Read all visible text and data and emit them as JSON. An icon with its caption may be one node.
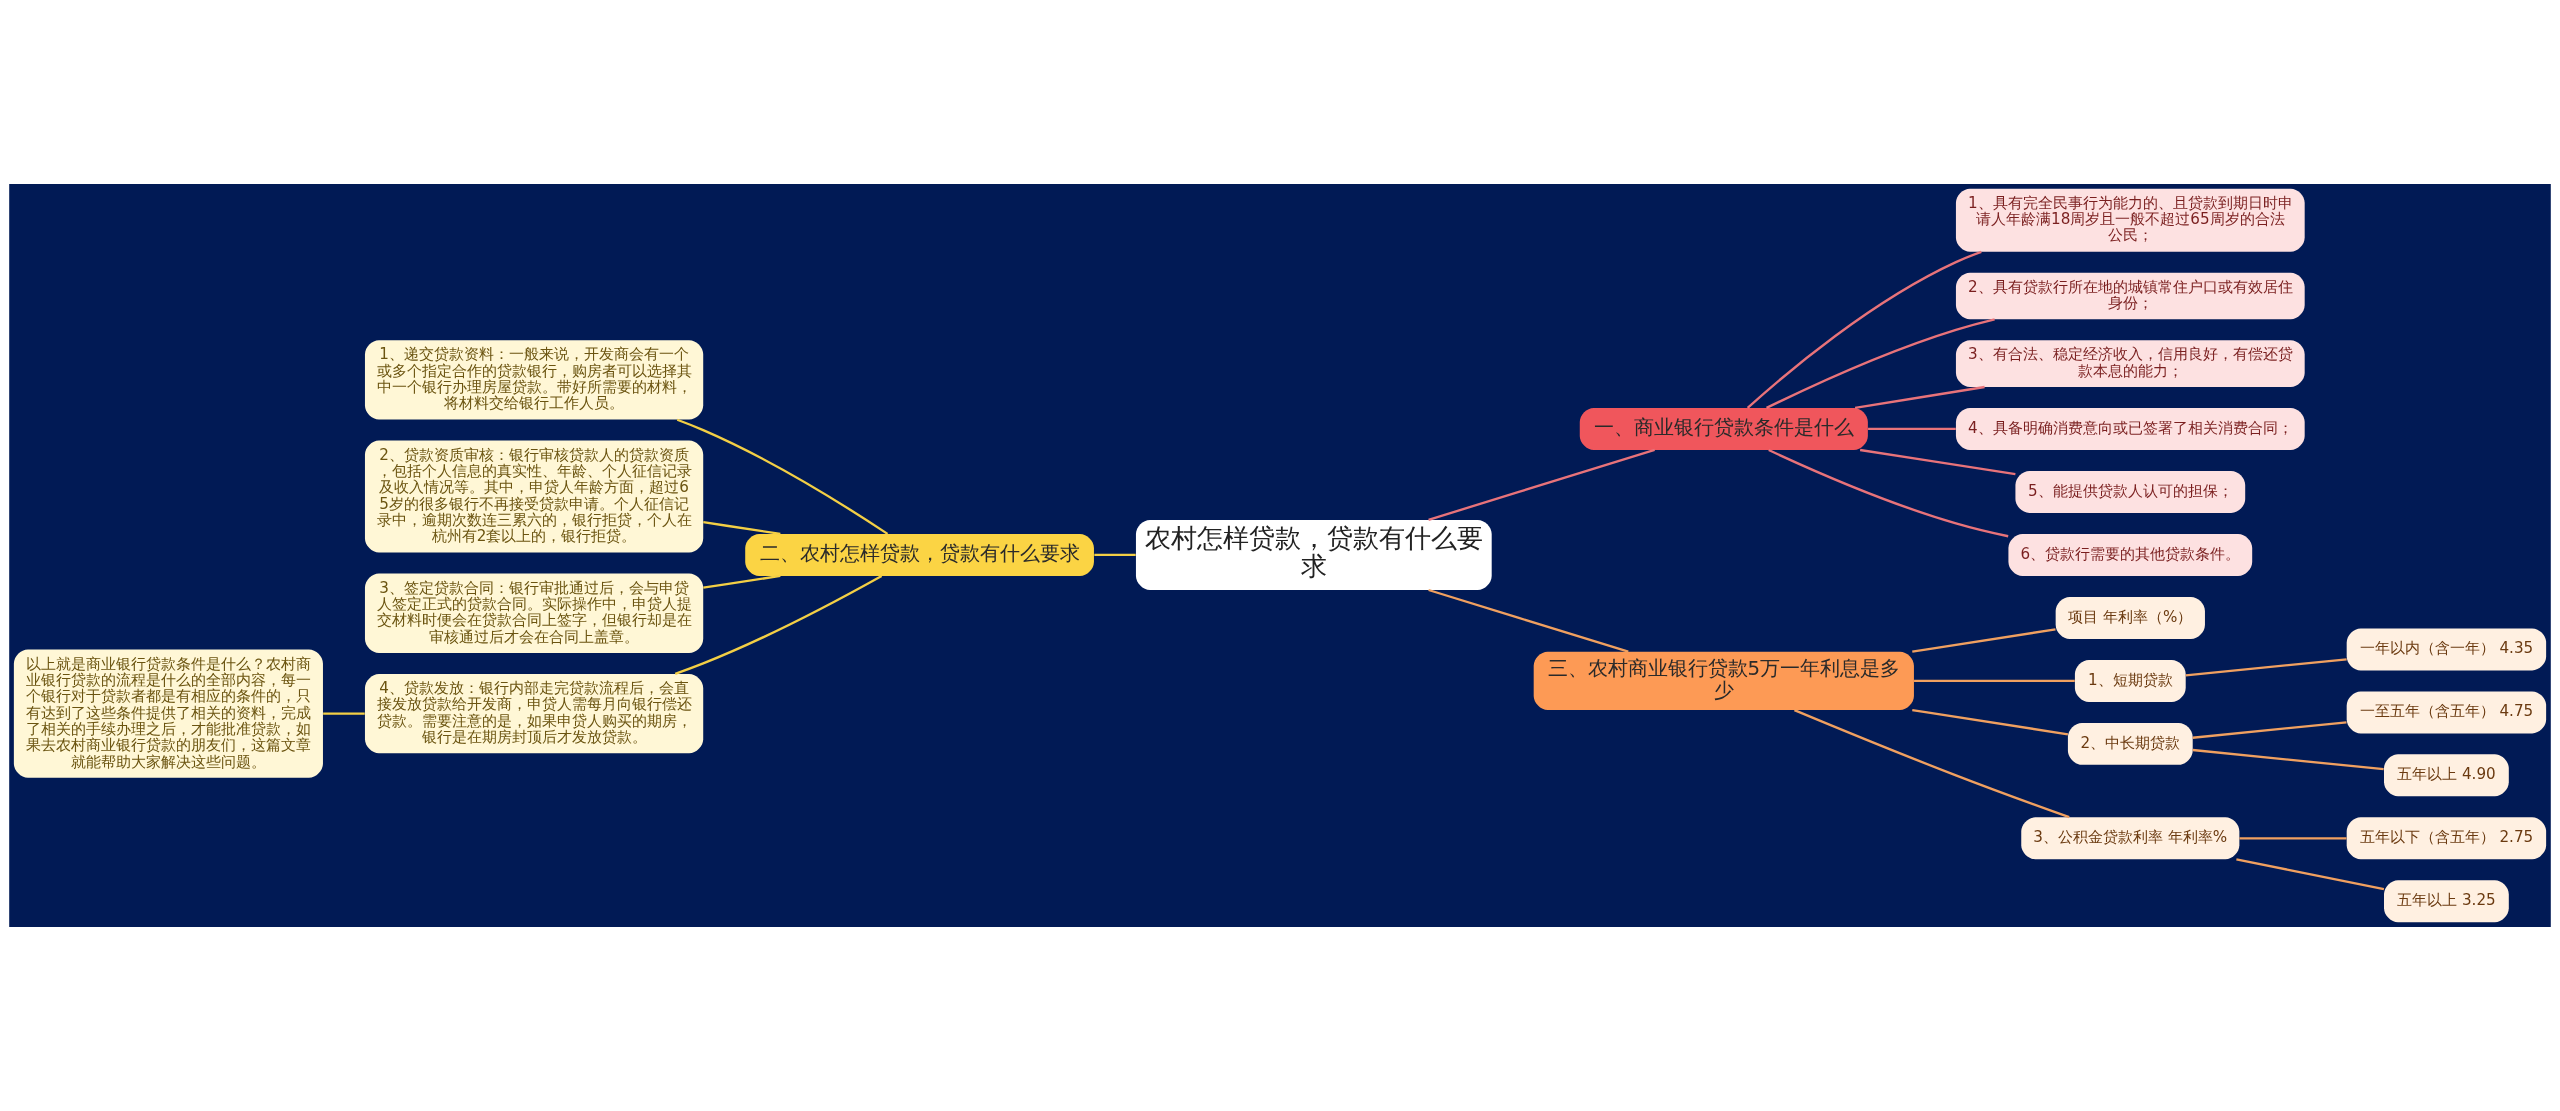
{
  "diagram": {
    "nodes": [
      {
        "text": [
          "农村怎样贷款，贷款有什么要求"
        ]
      },
      {
        "text": [
          "一、商业银行贷款条件是什么"
        ]
      },
      {
        "text": [
          "1、具有完全民事行为能力的、且贷款到期日时申请人年龄满18周岁且一般不超过65周岁的合法公民；"
        ]
      },
      {
        "text": [
          "2、具有贷款行所在地的城镇常住户口或有效居住身份；"
        ]
      },
      {
        "text": [
          "3、有合法、稳定经济收入，信用良好，有偿还贷款本息的能力；"
        ]
      },
      {
        "text": [
          "4、具备明确消费意向或已签署了相关消费合同；"
        ]
      },
      {
        "text": [
          "5、能提供贷款人认可的担保；"
        ]
      },
      {
        "text": [
          "6、贷款行需要的其他贷款条件。"
        ]
      },
      {
        "text": [
          "二、农村怎样贷款，贷款有什么要求"
        ]
      },
      {
        "text": [
          "1、递交贷款资料：一般来说，开发商会有一个或多个指定合作的贷款银行，购房者可以选择其中一个银行办理房屋贷款。带好所需要的材料，将材料交给银行工作人员。"
        ]
      },
      {
        "text": [
          "2、贷款资质审核：银行审核贷款人的贷款资质，包括个人信息的真实性、年龄、个人征信记录及收入情况等。其中，申贷人年龄方面，超过65岁的很多银行不再接受贷款申请。个人征信记录中，逾期次数连三累六的，银行拒贷，个人在杭州有2套以上的，银行拒贷。"
        ]
      },
      {
        "text": [
          "3、签定贷款合同：银行审批通过后，会与申贷人签定正式的贷款合同。实际操作中，申贷人提交材料时便会在贷款合同上签字，但银行却是在审核通过后才会在合同上盖章。"
        ]
      },
      {
        "text": [
          "4、贷款发放：银行内部走完贷款流程后，会直接发放贷款给开发商，申贷人需每月向银行偿还贷款。需要注意的是，如果申贷人购买的期房，银行是在期房封顶后才发放贷款。"
        ]
      },
      {
        "text": [
          "以上就是商业银行贷款条件是什么？农村商业银行贷款的流程是什么的全部内容，每一个银行对于贷款者都是有相应的条件的，只有达到了这些条件提供了相关的资料，完成了相关的手续办理之后，才能批准贷款，如果去农村商业银行贷款的朋友们，这篇文章就能帮助大家解决这些问题。"
        ]
      },
      {
        "text": [
          "三、农村商业银行贷款5万一年利息是多少"
        ]
      },
      {
        "text": [
          "项目 年利率（%）"
        ]
      },
      {
        "text": [
          "1、短期贷款"
        ]
      },
      {
        "text": [
          "一年以内（含一年） 4.35"
        ]
      },
      {
        "text": [
          "2、中长期贷款"
        ]
      },
      {
        "text": [
          "一至五年（含五年） 4.75"
        ]
      },
      {
        "text": [
          "五年以上 4.90"
        ]
      },
      {
        "text": [
          "3、公积金贷款利率 年利率%"
        ]
      },
      {
        "text": [
          "五年以下（含五年） 2.75"
        ]
      },
      {
        "text": [
          "五年以上 3.25"
        ]
      }
    ],
    "edges": [
      {
        "from": 0,
        "to": 1,
        "arrow": "none",
        "color": "#e8737a"
      },
      {
        "from": 1,
        "to": 2,
        "arrow": "none",
        "color": "#e8737a"
      },
      {
        "from": 1,
        "to": 3,
        "arrow": "none",
        "color": "#e8737a"
      },
      {
        "from": 1,
        "to": 4,
        "arrow": "none",
        "color": "#e8737a"
      },
      {
        "from": 1,
        "to": 5,
        "arrow": "none",
        "color": "#e8737a"
      },
      {
        "from": 1,
        "to": 6,
        "arrow": "none",
        "color": "#e8737a"
      },
      {
        "from": 1,
        "to": 7,
        "arrow": "none",
        "color": "#e8737a"
      },
      {
        "from": 0,
        "to": 8,
        "arrow": "none",
        "color": "#f3cf45"
      },
      {
        "from": 8,
        "to": 9,
        "arrow": "none",
        "color": "#f3cf45"
      },
      {
        "from": 8,
        "to": 10,
        "arrow": "none",
        "color": "#f3cf45"
      },
      {
        "from": 8,
        "to": 11,
        "arrow": "none",
        "color": "#f3cf45"
      },
      {
        "from": 8,
        "to": 12,
        "arrow": "none",
        "color": "#f3cf45"
      },
      {
        "from": 12,
        "to": 13,
        "arrow": "none",
        "color": "#f3cf45"
      },
      {
        "from": 0,
        "to": 14,
        "arrow": "none"
      },
      {
        "from": 14,
        "to": 15,
        "arrow": "none"
      },
      {
        "from": 14,
        "to": 16,
        "arrow": "none"
      },
      {
        "from": 16,
        "to": 17,
        "arrow": "none"
      },
      {
        "from": 14,
        "to": 18,
        "arrow": "none"
      },
      {
        "from": 18,
        "to": 19,
        "arrow": "none"
      },
      {
        "from": 18,
        "to": 20,
        "arrow": "none"
      },
      {
        "from": 14,
        "to": 21,
        "arrow": "none"
      },
      {
        "from": 21,
        "to": 22,
        "arrow": "none"
      },
      {
        "from": 21,
        "to": 23,
        "arrow": "none"
      }
    ]
  }
}
